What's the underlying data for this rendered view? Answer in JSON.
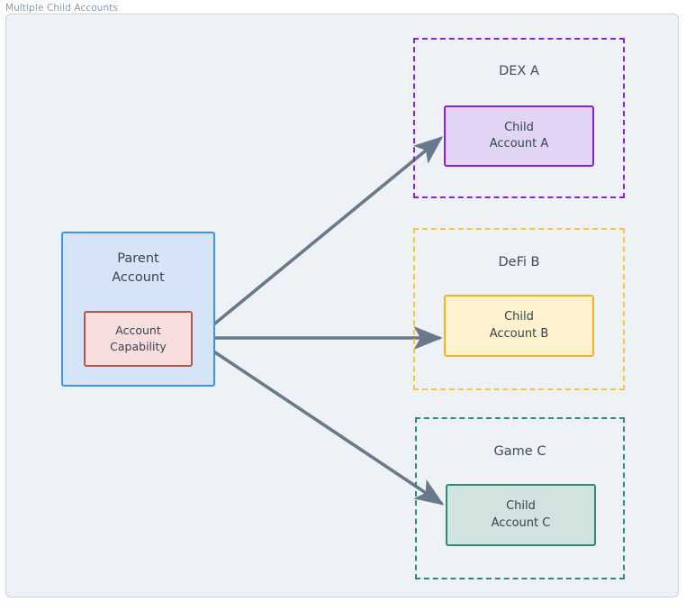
{
  "canvas": {
    "title": "Multiple Child Accounts",
    "background_color": "#eef2f6",
    "border_color": "#c9d4df"
  },
  "parent": {
    "label_line1": "Parent",
    "label_line2": "Account",
    "fill_color": "#d5e5f7",
    "border_color": "#3a96e8",
    "capability": {
      "label_line1": "Account",
      "label_line2": "Capability",
      "fill_color": "#f8dddd",
      "border_color": "#b85450"
    }
  },
  "groups": [
    {
      "name": "DEX A",
      "border_color": "#8a21d6",
      "child": {
        "label_line1": "Child",
        "label_line2": "Account A",
        "fill_color": "#e2d4f5",
        "border_color": "#8a21d6"
      }
    },
    {
      "name": "DeFi B",
      "border_color": "#f8c63c",
      "child": {
        "label_line1": "Child",
        "label_line2": "Account B",
        "fill_color": "#fdf2cd",
        "border_color": "#f0b51f"
      }
    },
    {
      "name": "Game C",
      "border_color": "#2e8b78",
      "child": {
        "label_line1": "Child",
        "label_line2": "Account C",
        "fill_color": "#d0e3df",
        "border_color": "#2e8b78"
      }
    }
  ],
  "connectors": {
    "color": "#69798c",
    "count": 3
  }
}
